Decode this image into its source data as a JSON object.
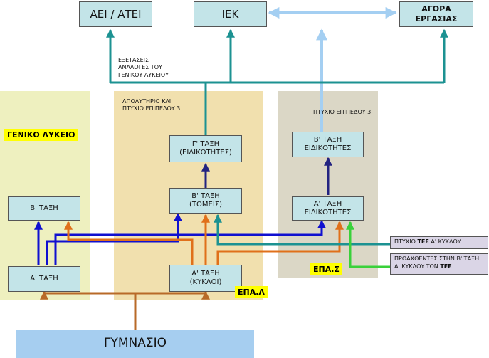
{
  "colors": {
    "box_fill": "#c3e4e8",
    "lykeio_panel": "#eef0bf",
    "epal_panel": "#f1e0ae",
    "epas_panel": "#dbd7c6",
    "gymnasio_fill": "#a6cef0",
    "tag_fill": "#ffff00",
    "teal": "#1c9292",
    "navy": "#232381",
    "blue": "#1010d0",
    "orange": "#e0701a",
    "brown": "#b86a28",
    "green": "#3ad13a",
    "light_blue": "#a4cff2"
  },
  "top": {
    "aei": "ΑΕΙ / ΑΤΕΙ",
    "iek": "ΙΕΚ",
    "agora_line1": "ΑΓΟΡΑ",
    "agora_line2": "ΕΡΓΑΣΙΑΣ"
  },
  "exams_note": {
    "line1": "ΕΞΕΤΑΣΕΙΣ",
    "line2": "ΑΝΑΛΟΓΕΣ ΤΟΥ",
    "line3": "ΓΕΝΙΚΟΥ ΛΥΚΕΙΟΥ"
  },
  "lykeio": {
    "tag": "ΓΕΝΙΚΟ ΛΥΚΕΙΟ",
    "b_taxi": "Β' ΤΑΞΗ",
    "a_taxi": "Α' ΤΑΞΗ"
  },
  "epal": {
    "tag": "ΕΠΑ.Λ",
    "note_line1": "ΑΠΟΛΥΤΗΡΙΟ ΚΑΙ",
    "note_line2": "ΠΤΥΧΙΟ ΕΠΙΠΕΔΟΥ 3",
    "g_line1": "Γ' ΤΑΞΗ",
    "g_line2": "(ΕΙΔΙΚΟΤΗΤΕΣ)",
    "b_line1": "Β' ΤΑΞΗ",
    "b_line2": "(ΤΟΜΕΙΣ)",
    "a_line1": "Α' ΤΑΞΗ",
    "a_line2": "(ΚΥΚΛΟΙ)"
  },
  "epas": {
    "tag": "ΕΠΑ.Σ",
    "note": "ΠΤΥΧΙΟ ΕΠΙΠΕΔΟΥ 3",
    "b_line1": "Β' ΤΑΞΗ",
    "b_line2": "ΕΙΔΙΚΟΤΗΤΕΣ",
    "a_line1": "Α' ΤΑΞΗ",
    "a_line2": "ΕΙΔΙΚΟΤΗΤΕΣ"
  },
  "side_notes": {
    "ptyxio_pre": "ΠΤΥΧΙΟ ",
    "ptyxio_bold": "ΤΕΕ",
    "ptyxio_post": " Α' ΚΥΚΛΟΥ",
    "proax_line1": "ΠΡΟΑΧΘΕΝΤΕΣ ΣΤΗΝ Β' ΤΑΞΗ",
    "proax_line2_pre": "Α'  ΚΥΚΛΟΥ ΤΩΝ ",
    "proax_line2_bold": "ΤΕΕ"
  },
  "gymnasio": "ΓΥΜΝΑΣΙΟ"
}
